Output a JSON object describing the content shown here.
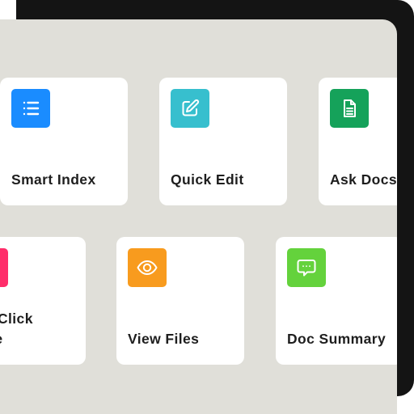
{
  "cards_row1": [
    {
      "label": "Smart Index",
      "icon": "list-icon",
      "color": "#1a8cff"
    },
    {
      "label": "Quick Edit",
      "icon": "edit-icon",
      "color": "#37bfce"
    },
    {
      "label": "Ask Docs",
      "icon": "document-icon",
      "color": "#15a25a"
    }
  ],
  "cards_row2": [
    {
      "label_line1": "Click",
      "label_line2": "ete",
      "icon": "unknown-icon",
      "color": "#ff2d6a"
    },
    {
      "label": "View Files",
      "icon": "eye-icon",
      "color": "#f89b1e"
    },
    {
      "label": "Doc Summary",
      "icon": "chat-bubble-icon",
      "color": "#64d23c"
    }
  ]
}
